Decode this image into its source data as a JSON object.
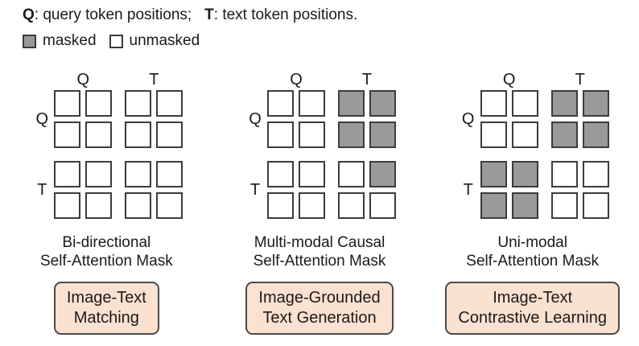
{
  "legend": {
    "line1": {
      "q_key": "Q",
      "q_text": ": query token positions;",
      "t_key": "T",
      "t_text": ": text token positions."
    },
    "masked_label": "masked",
    "unmasked_label": "unmasked"
  },
  "colors": {
    "masked_fill": "#9a9a9a",
    "unmasked_fill": "#ffffff",
    "cell_border": "#3c3c3c",
    "task_box_fill": "#fbe1cf",
    "task_box_border": "#4a4a4a"
  },
  "panels": [
    {
      "col_headers": [
        "Q",
        "T"
      ],
      "row_labels": [
        "Q",
        "T"
      ],
      "caption": "Bi-directional\nSelf-Attention Mask",
      "task": "Image-Text\nMatching",
      "quadrants": {
        "qq": [
          [
            0,
            0
          ],
          [
            0,
            0
          ]
        ],
        "qt": [
          [
            0,
            0
          ],
          [
            0,
            0
          ]
        ],
        "tq": [
          [
            0,
            0
          ],
          [
            0,
            0
          ]
        ],
        "tt": [
          [
            0,
            0
          ],
          [
            0,
            0
          ]
        ]
      }
    },
    {
      "col_headers": [
        "Q",
        "T"
      ],
      "row_labels": [
        "Q",
        "T"
      ],
      "caption": "Multi-modal Causal\nSelf-Attention Mask",
      "task": "Image-Grounded\nText Generation",
      "quadrants": {
        "qq": [
          [
            0,
            0
          ],
          [
            0,
            0
          ]
        ],
        "qt": [
          [
            1,
            1
          ],
          [
            1,
            1
          ]
        ],
        "tq": [
          [
            0,
            0
          ],
          [
            0,
            0
          ]
        ],
        "tt": [
          [
            0,
            1
          ],
          [
            0,
            0
          ]
        ]
      }
    },
    {
      "col_headers": [
        "Q",
        "T"
      ],
      "row_labels": [
        "Q",
        "T"
      ],
      "caption": "Uni-modal\nSelf-Attention Mask",
      "task": "Image-Text\nContrastive Learning",
      "quadrants": {
        "qq": [
          [
            0,
            0
          ],
          [
            0,
            0
          ]
        ],
        "qt": [
          [
            1,
            1
          ],
          [
            1,
            1
          ]
        ],
        "tq": [
          [
            1,
            1
          ],
          [
            1,
            1
          ]
        ],
        "tt": [
          [
            0,
            0
          ],
          [
            0,
            0
          ]
        ]
      }
    }
  ]
}
